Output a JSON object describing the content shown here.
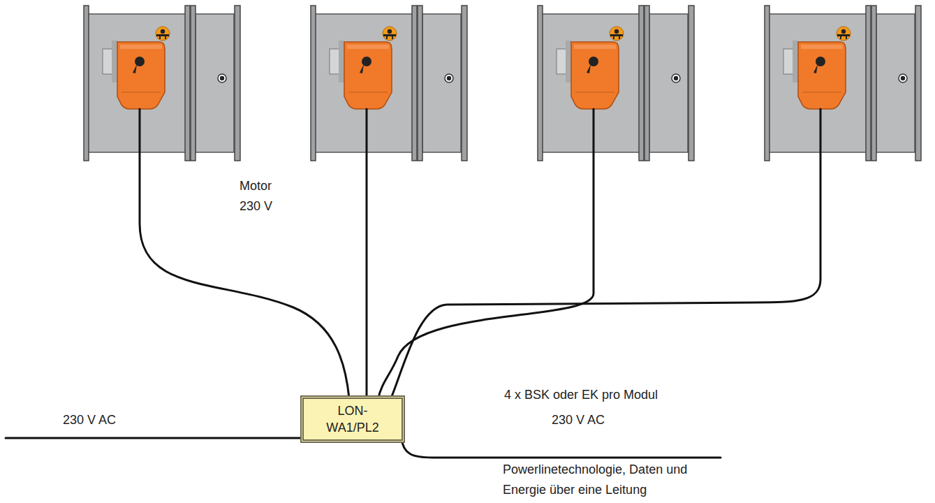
{
  "diagram": {
    "nodes": [
      {
        "text": [
          "LON- WA1/PL2"
        ]
      }
    ],
    "labels": [
      "Motor 230 V",
      "4 x BSK oder EK pro Modul",
      "230 V AC",
      "230 V AC",
      "Powerlinetechnologie, Daten und Energie über eine Leitung"
    ]
  }
}
